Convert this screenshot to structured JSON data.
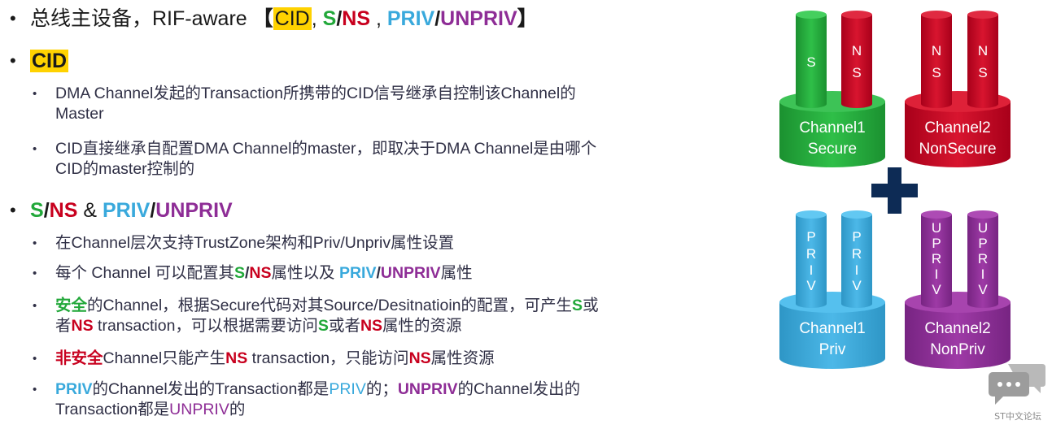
{
  "line1": {
    "prefix": "总线主设备，RIF-aware",
    "open_bracket": "【",
    "cid": "CID",
    "comma1": ", ",
    "s": "S",
    "slash1": "/",
    "ns": "NS",
    "comma2": " , ",
    "priv": "PRIV",
    "slash2": "/",
    "unpriv": "UNPRIV",
    "close_bracket": "】"
  },
  "cid_section": {
    "heading": "CID",
    "items": [
      {
        "line_a": "DMA Channel发起的Transaction所携带的CID信号继承自控制该Channel的",
        "line_b": "Master"
      },
      {
        "line_a": "CID直接继承自配置DMA Channel的master，即取决于DMA Channel是由哪个",
        "line_b": "CID的master控制的"
      }
    ]
  },
  "secure_section": {
    "heading_s": "S",
    "heading_slash1": "/",
    "heading_ns": "NS",
    "heading_amp": " & ",
    "heading_priv": "PRIV",
    "heading_slash2": "/",
    "heading_unpriv": "UNPRIV",
    "item1": "在Channel层次支持TrustZone架构和Priv/Unpriv属性设置",
    "item2": {
      "a": "每个 Channel 可以配置其",
      "s": "S",
      "slash1": "/",
      "ns": "NS",
      "b": "属性以及 ",
      "priv": "PRIV",
      "slash2": "/",
      "unpriv": "UNPRIV",
      "c": "属性"
    },
    "item3": {
      "secure": "安全",
      "a": "的Channel，根据Secure代码对其Source/Desitnatioin的配置，可产生",
      "s": "S",
      "b": "或",
      "c": "者",
      "ns": "NS",
      "d": " transaction，可以根据需要访问",
      "s2": "S",
      "e": "或者",
      "ns2": "NS",
      "f": "属性的资源"
    },
    "item4": {
      "nonsecure": "非安全",
      "a": "Channel只能产生",
      "ns": "NS",
      "b": " transaction，只能访问",
      "ns2": "NS",
      "c": "属性资源"
    },
    "item5": {
      "priv": "PRIV",
      "a": "的Channel发出的Transaction都是",
      "priv2": "PRIV",
      "b": "的；",
      "unpriv": "UNPRIV",
      "c": "的Channel发出的",
      "d": "Transaction都是",
      "unpriv2": "UNPRIV",
      "e": "的"
    }
  },
  "diagram": {
    "colors": {
      "green": "#22a83a",
      "red": "#c8001e",
      "blue": "#39a9dc",
      "purple": "#8e2d96",
      "plus": "#0d2b55"
    },
    "channel1": {
      "line1": "Channel1",
      "line2": "Secure",
      "pipe_left": "S",
      "pipe_right_1": "N",
      "pipe_right_2": "S"
    },
    "channel2": {
      "line1": "Channel2",
      "line2": "NonSecure",
      "pipe_left_1": "N",
      "pipe_left_2": "S",
      "pipe_right_1": "N",
      "pipe_right_2": "S"
    },
    "channel3": {
      "line1": "Channel1",
      "line2": "Priv",
      "pipe_1": "P",
      "pipe_2": "R",
      "pipe_3": "I",
      "pipe_4": "V"
    },
    "channel4": {
      "line1": "Channel2",
      "line2": "NonPriv",
      "pipe_1": "U",
      "pipe_2": "P",
      "pipe_3": "R",
      "pipe_4": "I",
      "pipe_5": "V"
    },
    "plus_icon": "plus-icon"
  },
  "watermark": {
    "text": "ST中文论坛",
    "icon": "chat-bubble-icon"
  }
}
